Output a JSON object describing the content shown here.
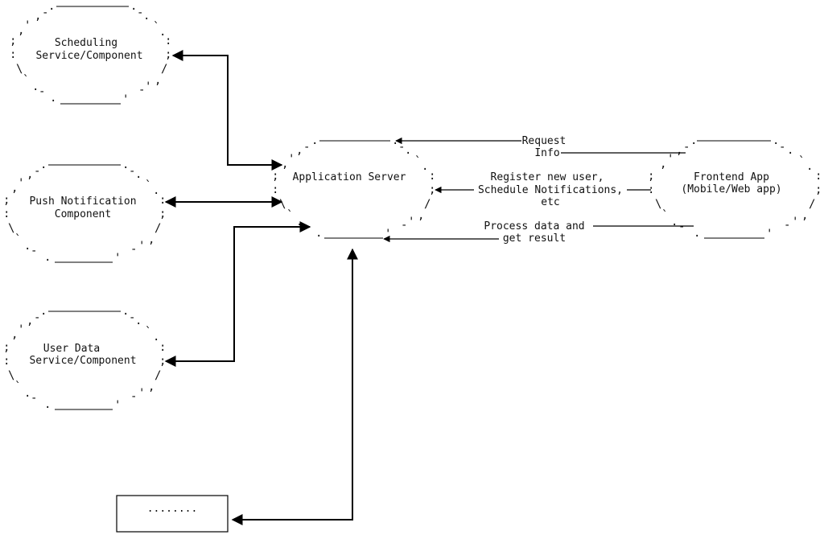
{
  "nodes": {
    "scheduling": {
      "line1": "Scheduling",
      "line2": "Service/Component"
    },
    "push": {
      "line1": "Push Notification",
      "line2": "Component"
    },
    "user_data": {
      "line1": "User Data",
      "line2": "Service/Component"
    },
    "app_server": {
      "label": "Application Server"
    },
    "frontend": {
      "line1": "Frontend App",
      "line2": "(Mobile/Web app)"
    },
    "placeholder": {
      "label": "........"
    }
  },
  "edges": {
    "request_info": {
      "line1": "Request",
      "line2": "Info"
    },
    "register": {
      "line1": "Register new user,",
      "line2": "Schedule Notifications,",
      "line3": "etc"
    },
    "process": {
      "line1": "Process data and",
      "line2": "get result"
    }
  }
}
